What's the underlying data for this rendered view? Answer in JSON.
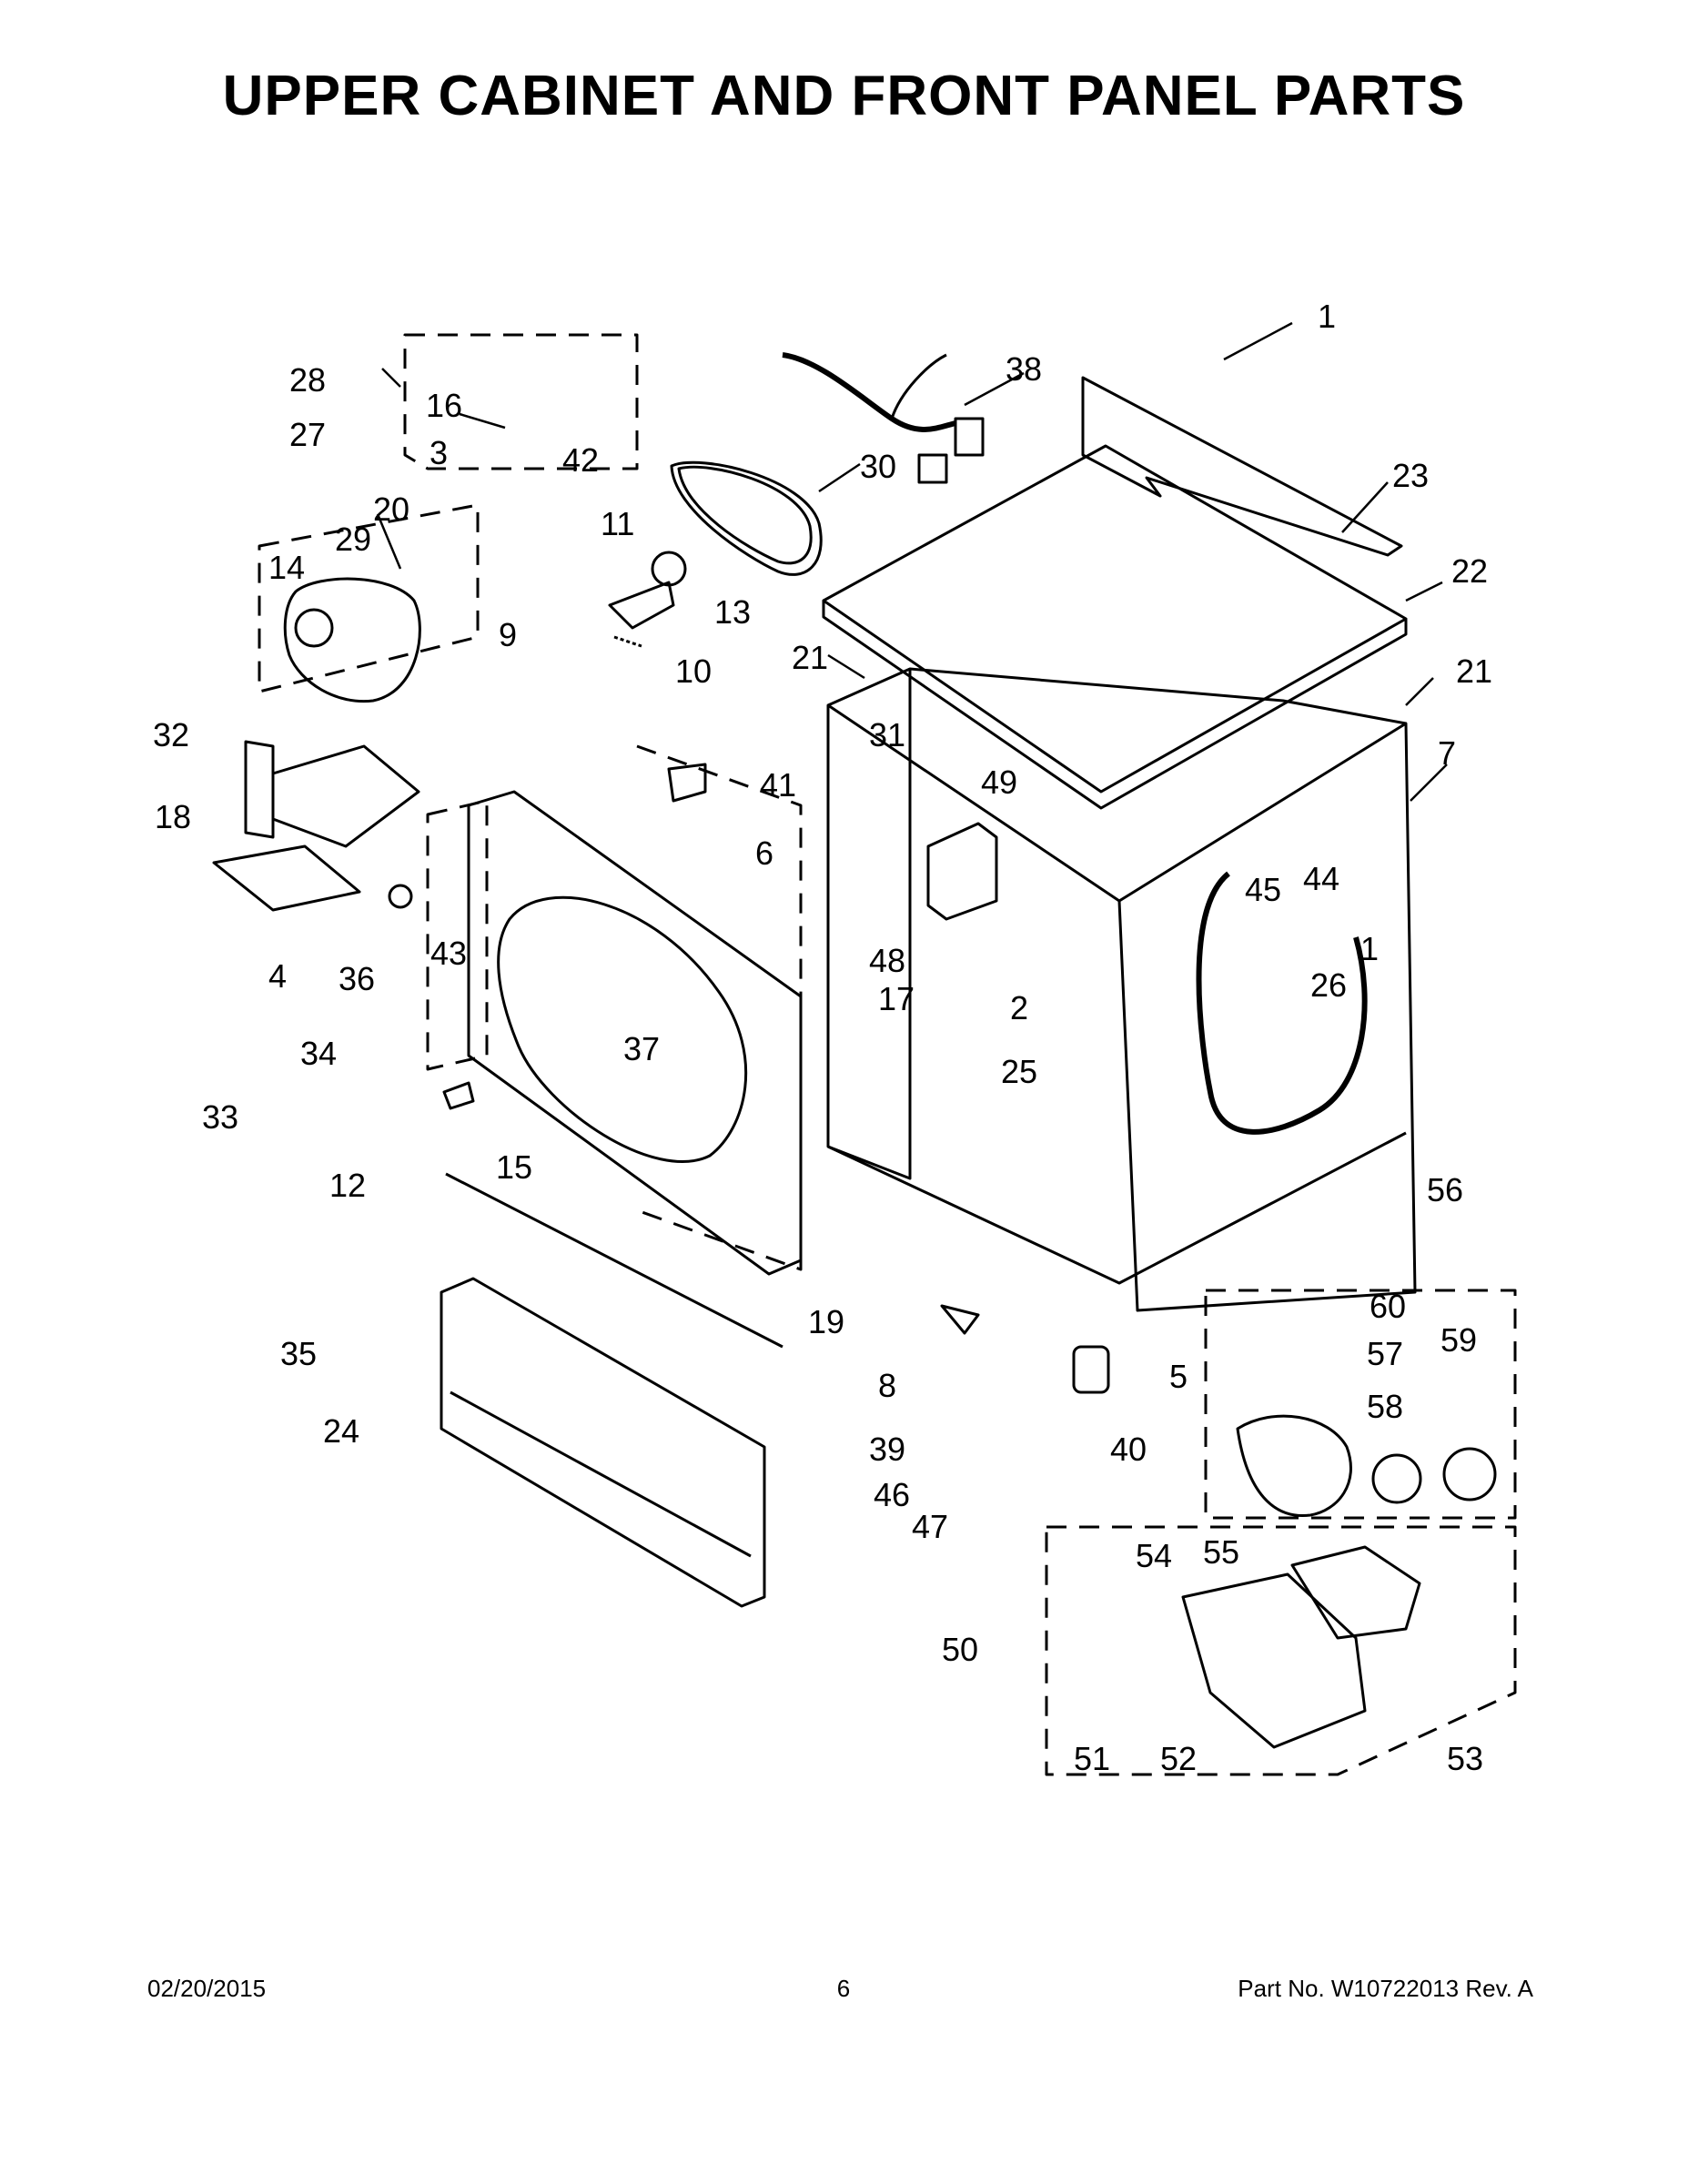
{
  "page": {
    "title": "UPPER CABINET AND FRONT PANEL PARTS",
    "footer": {
      "date": "02/20/2015",
      "page_number": "6",
      "part_number": "Part No.  W10722013  Rev.  A"
    }
  },
  "callouts": [
    "1",
    "1",
    "2",
    "3",
    "4",
    "5",
    "6",
    "7",
    "8",
    "9",
    "10",
    "11",
    "12",
    "13",
    "14",
    "15",
    "16",
    "17",
    "18",
    "19",
    "20",
    "21",
    "21",
    "22",
    "23",
    "24",
    "25",
    "26",
    "27",
    "28",
    "29",
    "30",
    "31",
    "32",
    "33",
    "34",
    "35",
    "36",
    "37",
    "38",
    "39",
    "40",
    "41",
    "42",
    "43",
    "44",
    "45",
    "46",
    "47",
    "48",
    "49",
    "50",
    "51",
    "52",
    "53",
    "54",
    "55",
    "56",
    "57",
    "58",
    "59",
    "60"
  ]
}
